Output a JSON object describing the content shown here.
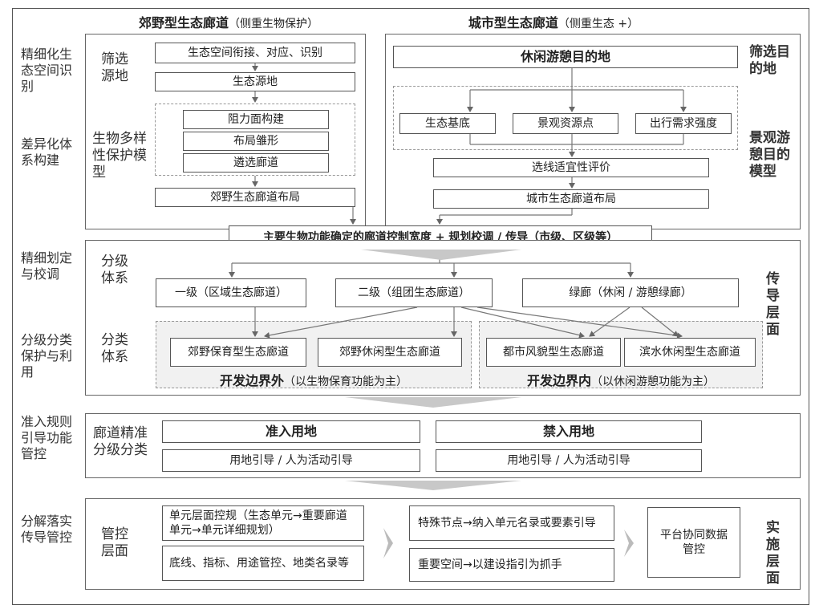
{
  "headers": {
    "left_title": "郊野型生态廊道",
    "left_note": "（侧重生物保护）",
    "right_title": "城市型生态廊道",
    "right_note": "（侧重生态 +）"
  },
  "left_labels": {
    "l1": "精细化生态空间识别",
    "l2": "差异化体系构建",
    "l3": "精细划定与校调",
    "l4": "分级分类保护与利用",
    "l5": "准入规则引导功能管控",
    "l6": "分解落实传导管控"
  },
  "rural": {
    "screen_label": "筛选源地",
    "model_label": "生物多样性保护模型",
    "step1": "生态空间衔接、对应、识别",
    "step2": "生态源地",
    "step3": "阻力面构建",
    "step4": "布局雏形",
    "step5": "遴选廊道",
    "step6": "郊野生态廊道布局"
  },
  "urban": {
    "screen_label": "筛选目的地",
    "model_label": "景观游憩目的模型",
    "dest": "休闲游憩目的地",
    "f1": "生态基底",
    "f2": "景观资源点",
    "f3": "出行需求强度",
    "eval": "选线适宜性评价",
    "layout": "城市生态廊道布局"
  },
  "control_bar": "主要生物功能确定的廊道控制宽度 + 规划校调 / 传导（市级、区级等）",
  "grading": {
    "grade_label": "分级体系",
    "class_label": "分类体系",
    "side_label": "传导层面",
    "g1": "一级（区域生态廊道）",
    "g2": "二级（组团生态廊道）",
    "g3": "绿廊（休闲 / 游憩绿廊）",
    "c1": "郊野保育型生态廊道",
    "c2": "郊野休闲型生态廊道",
    "c3": "都市风貌型生态廊道",
    "c4": "滨水休闲型生态廊道",
    "outside_title": "开发边界外",
    "outside_note": "（以生物保育功能为主）",
    "inside_title": "开发边界内",
    "inside_note": "（以休闲游憩功能为主）"
  },
  "access": {
    "label": "廊道精准分级分类",
    "allow_title": "准入用地",
    "deny_title": "禁入用地",
    "allow_sub": "用地引导 / 人为活动引导",
    "deny_sub": "用地引导 / 人为活动引导"
  },
  "implement": {
    "label": "管控层面",
    "side_label": "实施层面",
    "b1": "单元层面控规（生态单元→重要廊道单元→单元详细规划）",
    "b2": "底线、指标、用途管控、地类名录等",
    "b3": "特殊节点→纳入单元名录或要素引导",
    "b4": "重要空间→以建设指引为抓手",
    "b5": "平台协同数据管控"
  }
}
